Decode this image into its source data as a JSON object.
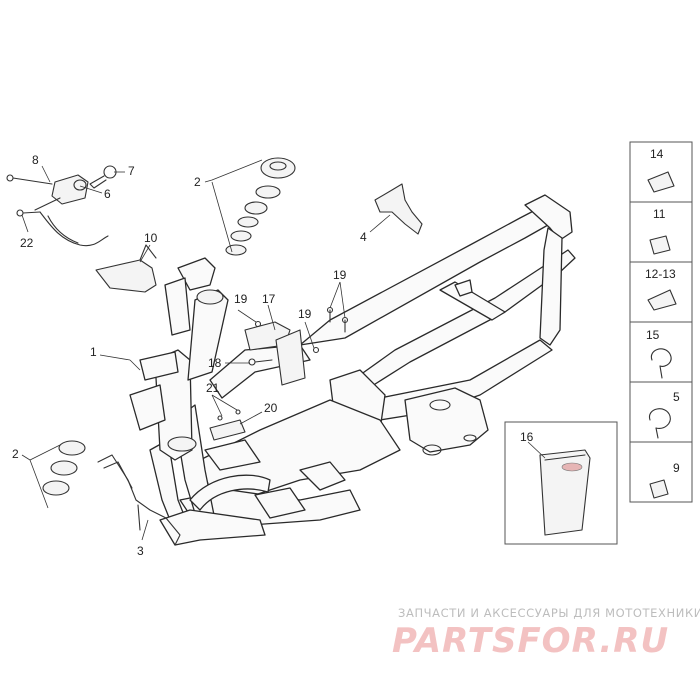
{
  "callouts": {
    "c1": "1",
    "c2a": "2",
    "c2b": "2",
    "c3": "3",
    "c4": "4",
    "c5": "5",
    "c6": "6",
    "c7": "7",
    "c8": "8",
    "c9": "9",
    "c10": "10",
    "c11": "11",
    "c12_13": "12-13",
    "c14": "14",
    "c15": "15",
    "c16": "16",
    "c17": "17",
    "c18": "18",
    "c19a": "19",
    "c19b": "19",
    "c19c": "19",
    "c20": "20",
    "c21": "21",
    "c22": "22"
  },
  "watermark": {
    "subtitle": "ЗАПЧАСТИ И АКСЕССУАРЫ ДЛЯ МОТОТЕХНИКИ",
    "brand": "PARTSFOR.RU"
  },
  "colors": {
    "line": "#333333",
    "watermark_main": "#f3c2c2",
    "watermark_sub": "#bdbdbd"
  }
}
